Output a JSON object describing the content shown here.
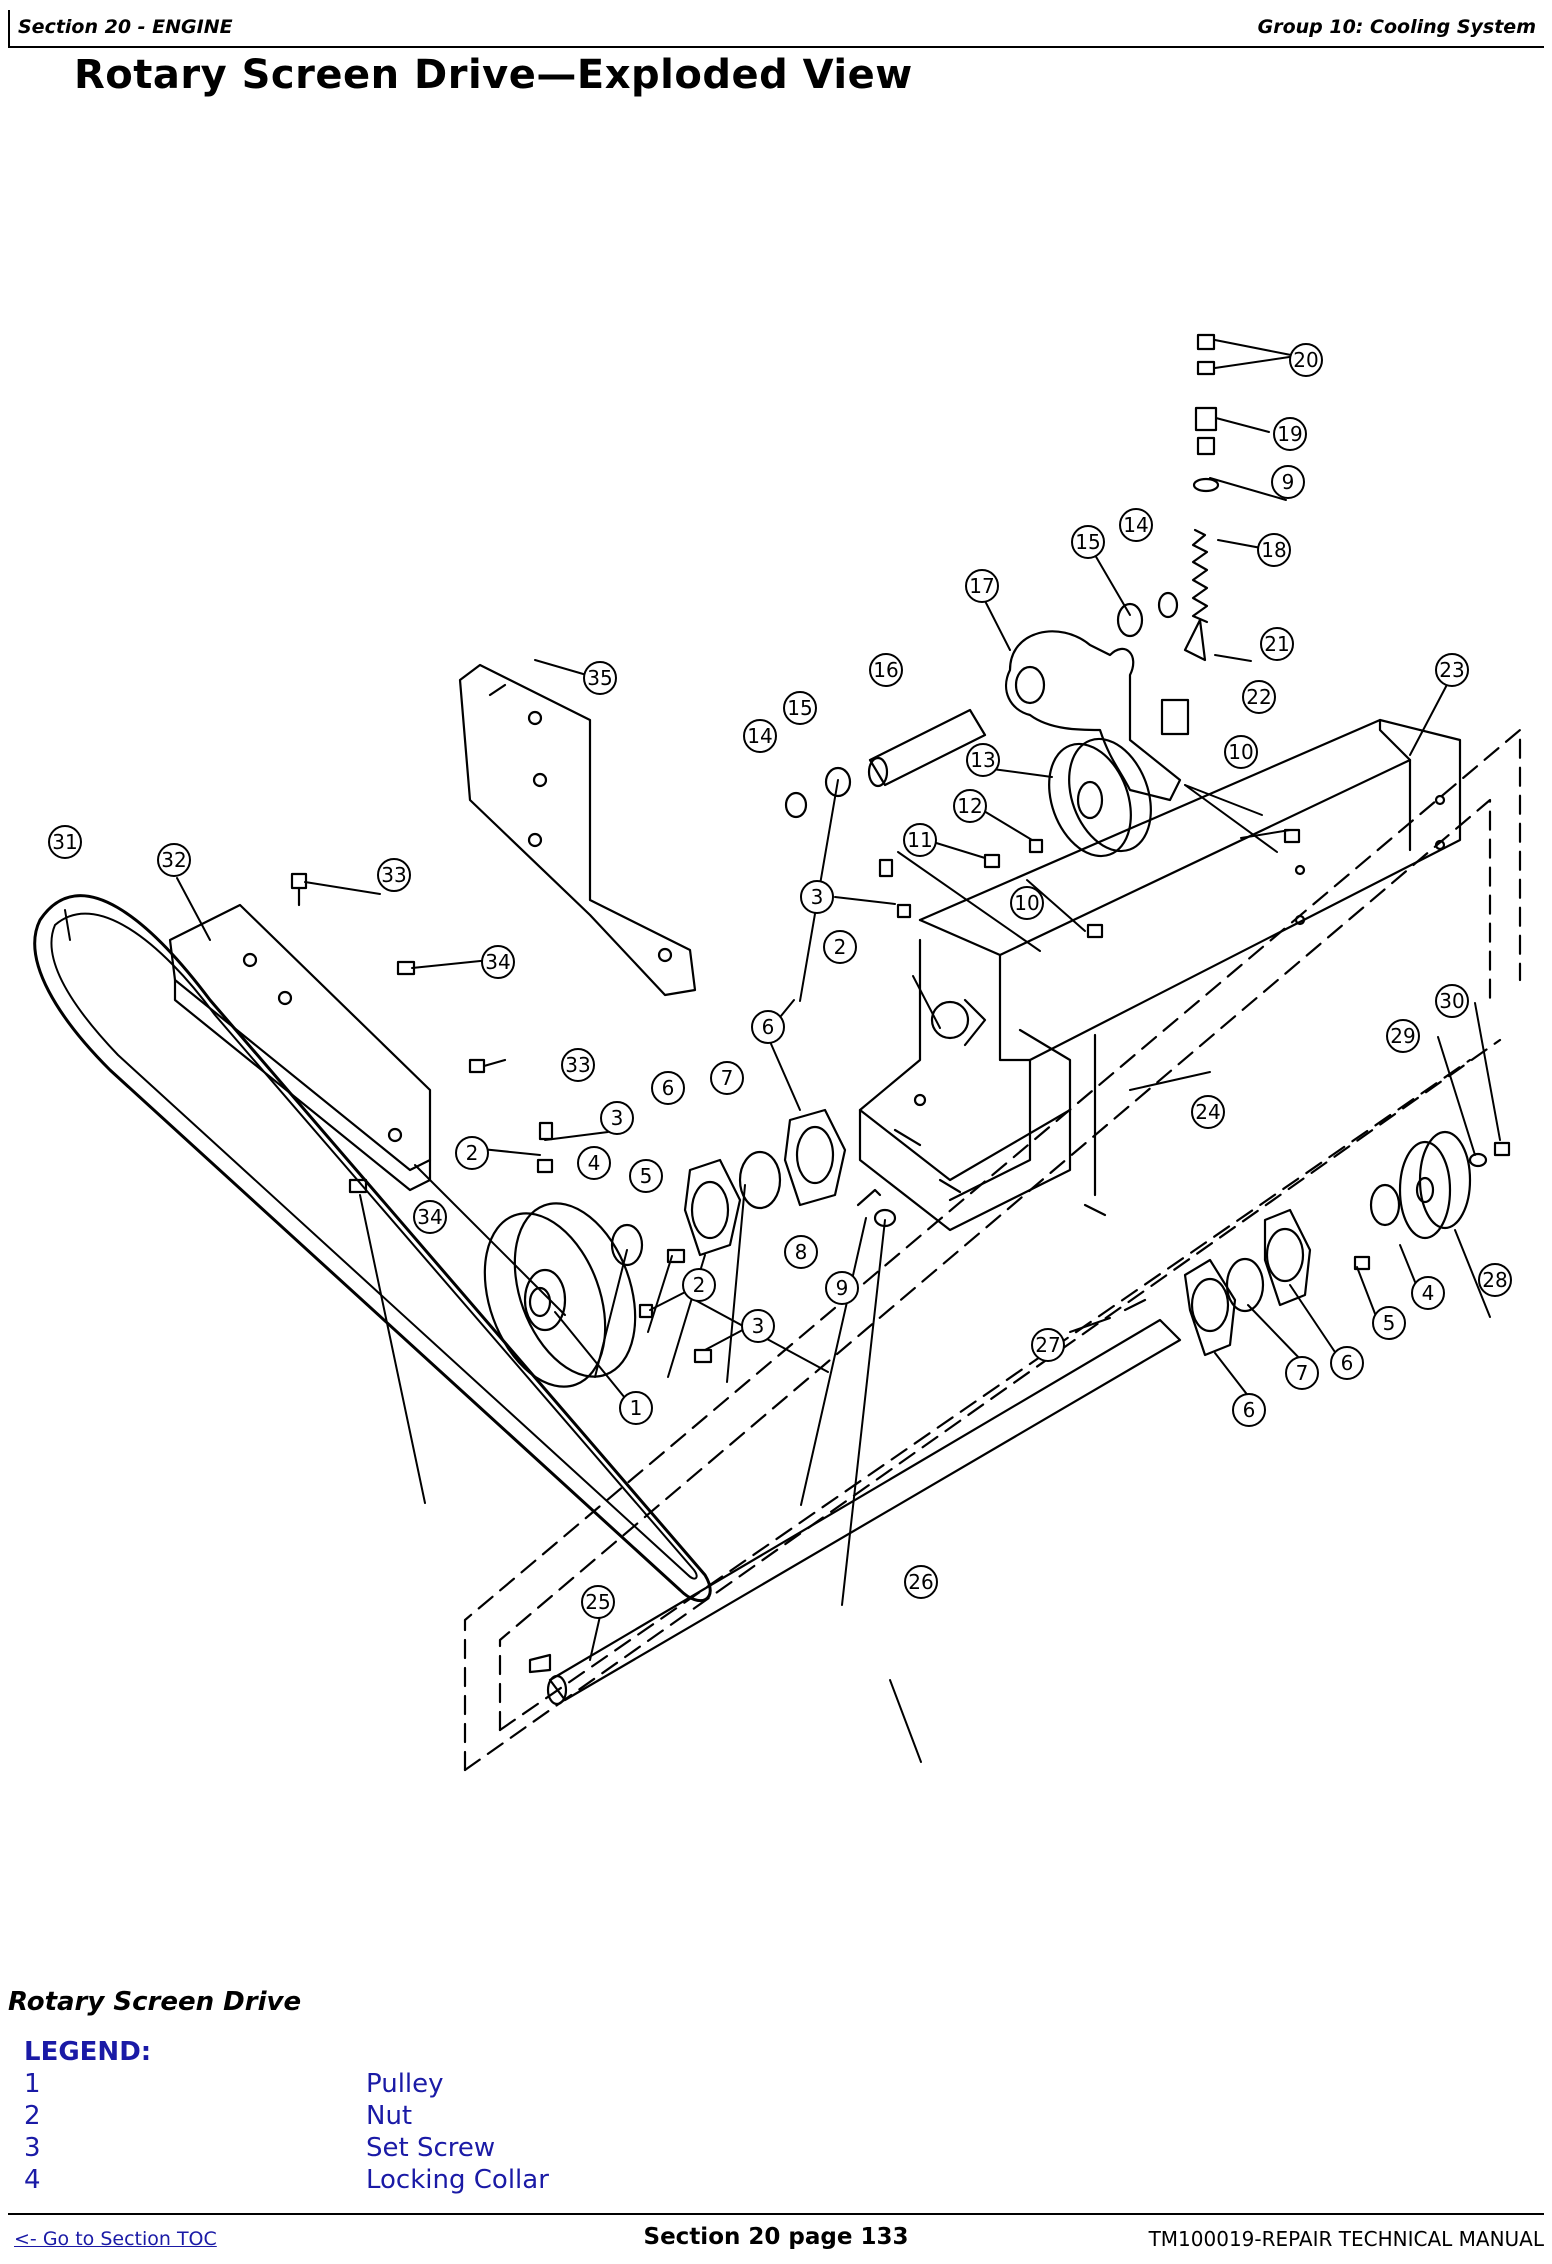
{
  "header": {
    "section": "Section 20 - ENGINE",
    "group": "Group 10: Cooling System"
  },
  "page_title": "Rotary Screen Drive—Exploded View",
  "diagram": {
    "callouts": [
      "1",
      "2",
      "3",
      "4",
      "5",
      "6",
      "7",
      "8",
      "9",
      "10",
      "11",
      "12",
      "13",
      "14",
      "15",
      "16",
      "17",
      "18",
      "19",
      "20",
      "21",
      "22",
      "23",
      "24",
      "25",
      "26",
      "27",
      "28",
      "29",
      "30",
      "31",
      "32",
      "33",
      "34",
      "35"
    ]
  },
  "caption": "Rotary Screen Drive",
  "legend": {
    "heading": "LEGEND:",
    "items": [
      {
        "num": "1",
        "desc": "Pulley"
      },
      {
        "num": "2",
        "desc": "Nut"
      },
      {
        "num": "3",
        "desc": "Set Screw"
      },
      {
        "num": "4",
        "desc": "Locking Collar"
      }
    ]
  },
  "footer": {
    "toc_link": "<- Go to Section TOC",
    "page": "Section 20 page 133",
    "manual": "TM100019-REPAIR TECHNICAL MANUAL"
  },
  "colors": {
    "legend_blue": "#1a1aa6",
    "line": "#000000"
  }
}
